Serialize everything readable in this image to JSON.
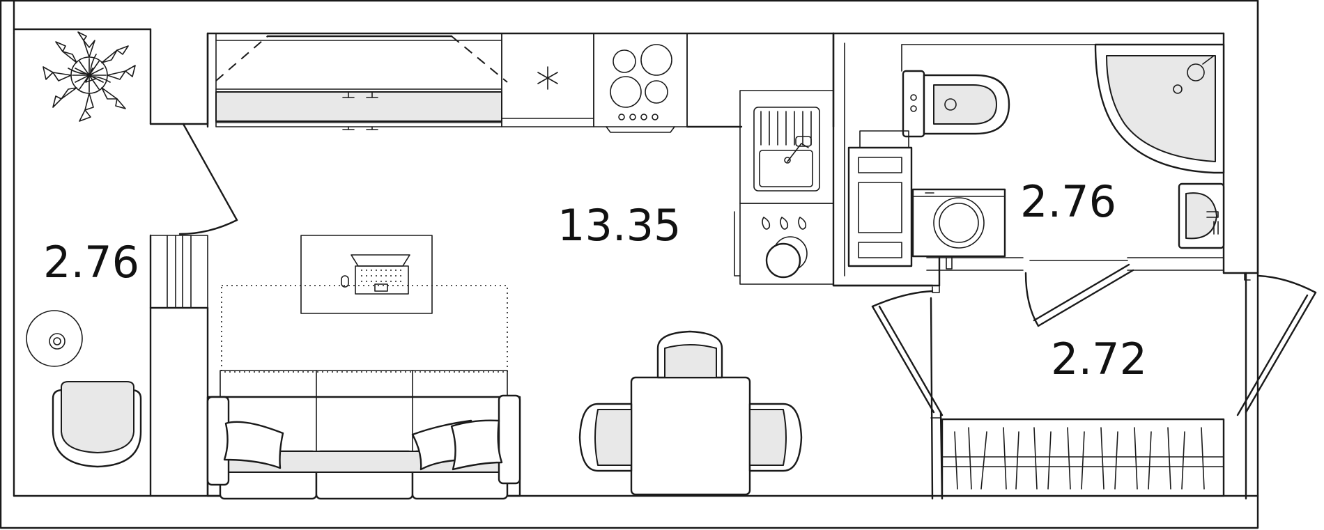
{
  "floor_plan": {
    "rooms": [
      {
        "id": "loggia-left",
        "area": "2.76"
      },
      {
        "id": "studio-main",
        "area": "13.35"
      },
      {
        "id": "bathroom",
        "area": "2.76"
      },
      {
        "id": "entrance-hall",
        "area": "2.72"
      }
    ],
    "colors": {
      "line": "#1a1a1a",
      "fill_light": "#e8e8e8",
      "background": "#ffffff"
    }
  }
}
